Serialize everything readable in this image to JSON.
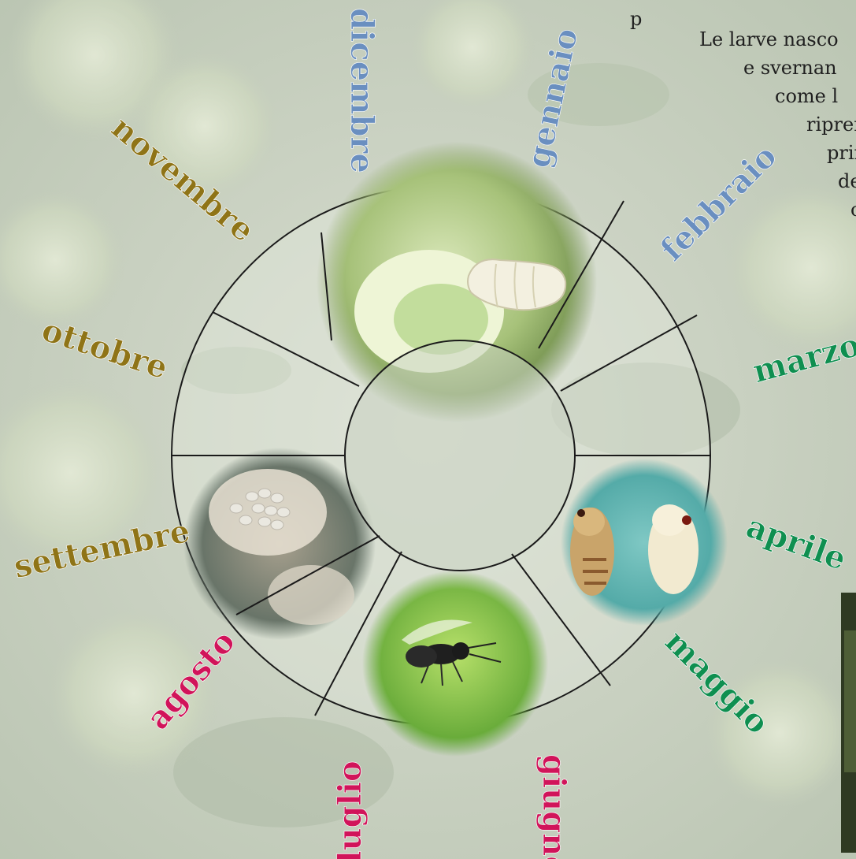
{
  "months": [
    {
      "label": "gennaio",
      "color": "#6a8fc0"
    },
    {
      "label": "febbraio",
      "color": "#6a8fc0"
    },
    {
      "label": "marzo",
      "color": "#0f8f50"
    },
    {
      "label": "aprile",
      "color": "#0f8f50"
    },
    {
      "label": "maggio",
      "color": "#0f8f50"
    },
    {
      "label": "giugno",
      "color": "#d1145a"
    },
    {
      "label": "luglio",
      "color": "#d1145a"
    },
    {
      "label": "agosto",
      "color": "#d1145a"
    },
    {
      "label": "settembre",
      "color": "#8f7417"
    },
    {
      "label": "ottobre",
      "color": "#8f7417"
    },
    {
      "label": "novembre",
      "color": "#8f7417"
    },
    {
      "label": "dicembre",
      "color": "#6a8fc0"
    }
  ],
  "paragraph": [
    "p",
    "Le larve nasco",
    "e svernan",
    "come l",
    "ripren",
    "prin",
    "de",
    "c"
  ],
  "photos": [
    {
      "name": "larva-in-gall-photo",
      "subject": "larva"
    },
    {
      "name": "pupae-photo",
      "subject": "pupae"
    },
    {
      "name": "adult-wasp-photo",
      "subject": "adult"
    },
    {
      "name": "eggs-photo",
      "subject": "eggs"
    }
  ]
}
